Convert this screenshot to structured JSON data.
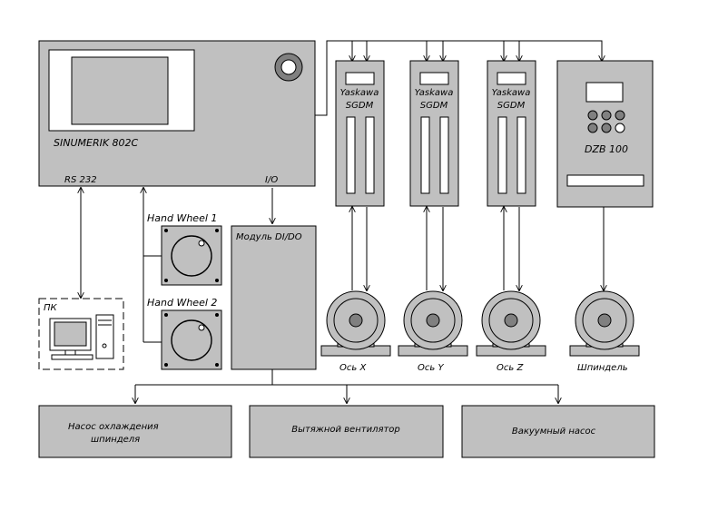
{
  "controller": {
    "name": "SINUMERIK 802C",
    "port_rs232": "RS 232",
    "port_io": "I/O"
  },
  "handwheels": [
    "Hand Wheel 1",
    "Hand Wheel 2"
  ],
  "io_module": "Модуль DI/DO",
  "pc": "ПК",
  "drives": [
    {
      "brand": "Yaskawa",
      "model": "SGDM"
    },
    {
      "brand": "Yaskawa",
      "model": "SGDM"
    },
    {
      "brand": "Yaskawa",
      "model": "SGDM"
    }
  ],
  "spindle_drive": "DZB 100",
  "motors": [
    "Ось  X",
    "Ось  Y",
    "Ось  Z",
    "Шпиндель"
  ],
  "peripherals": [
    "Насос охлаждения шпинделя",
    "Вытяжной вентилятор",
    "Вакуумный насос"
  ]
}
